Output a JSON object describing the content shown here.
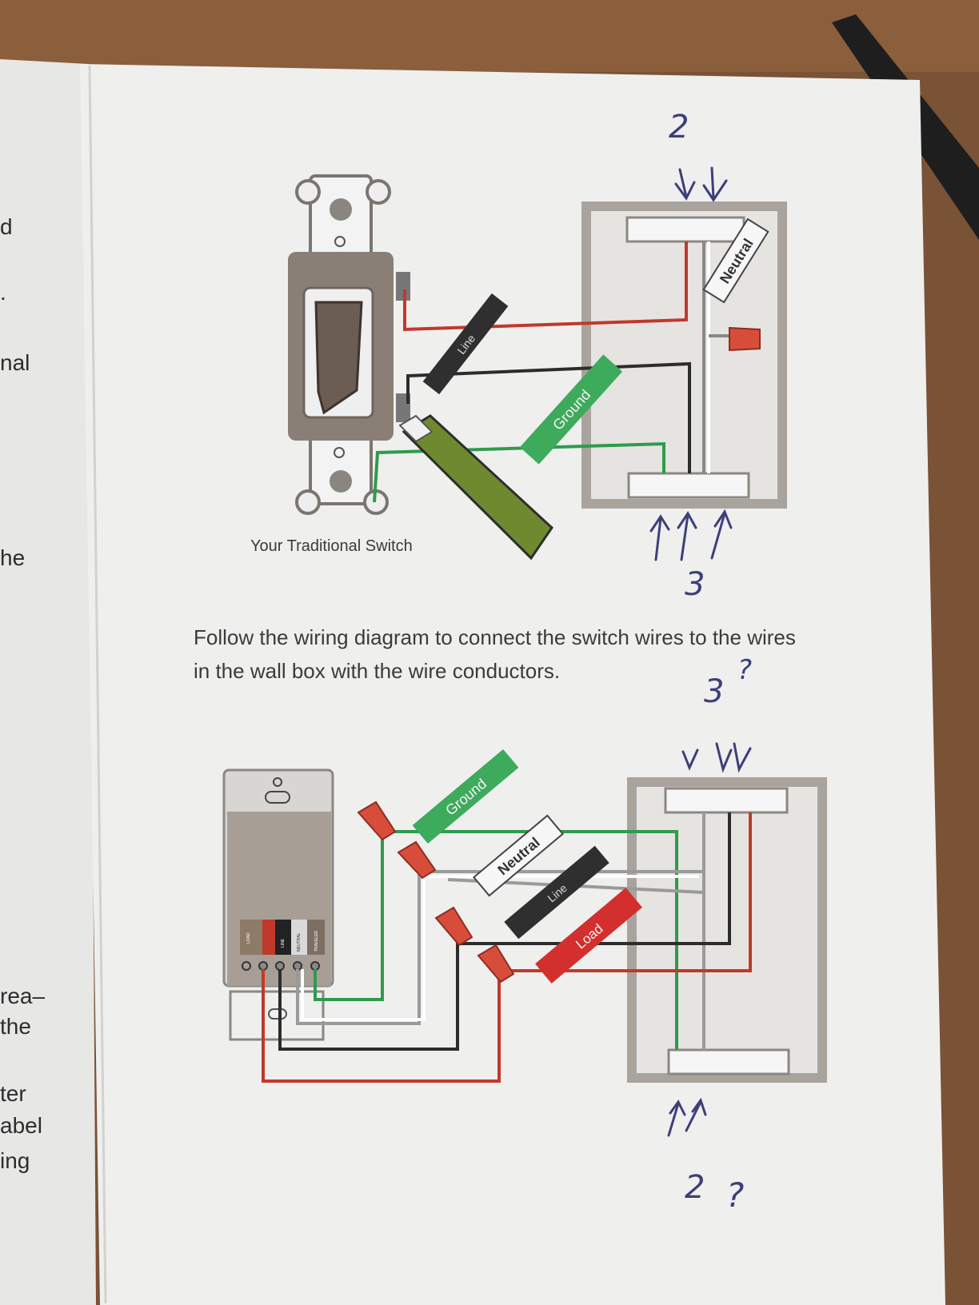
{
  "left_page_fragments": [
    "d",
    ".",
    "nal",
    "he",
    "rea–",
    "the",
    "ter",
    "abel",
    "ing"
  ],
  "top_diagram": {
    "caption": "Your Traditional Switch",
    "wire_tags": {
      "line": "Line",
      "ground": "Ground",
      "neutral": "Neutral"
    }
  },
  "instruction": "Follow the wiring diagram to connect the switch wires to the wires in the wall box with the wire conductors.",
  "bottom_diagram": {
    "wire_tags": {
      "ground": "Ground",
      "neutral": "Neutral",
      "line": "Line",
      "load": "Load"
    },
    "terminal_labels": [
      "LOAD",
      "LINE",
      "NEUTRAL",
      "TRAVELER"
    ]
  },
  "handwritten": {
    "top_count": "2",
    "top_bottom_count": "3",
    "middle_count": "3",
    "middle_question": "?",
    "bottom_count": "2",
    "bottom_question": "?"
  },
  "colors": {
    "paper": "#efefee",
    "wire_red": "#c0392b",
    "wire_black": "#2c2c2c",
    "wire_green": "#2e9b4b",
    "tag_green": "#3daa5c",
    "tag_black": "#2f2f2f",
    "tag_red": "#d32f2f",
    "wall_box": "#a9a39e",
    "switch_body": "#8a7f76",
    "ink": "#3d3f7a"
  }
}
